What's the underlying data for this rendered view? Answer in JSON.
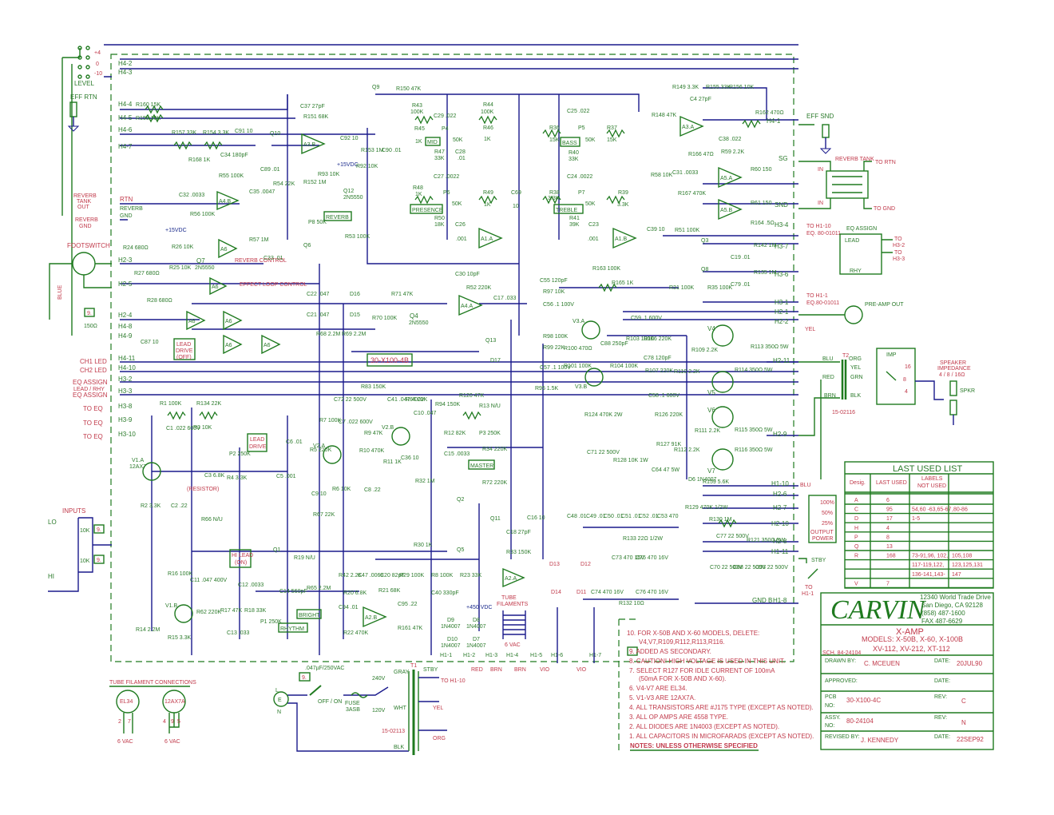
{
  "title_block": {
    "company": "CARVIN",
    "address": [
      "12340 World Trade Drive",
      "San Diego, CA  92128",
      "(858) 487-1600",
      "FAX 487-6629"
    ],
    "product": "X-AMP",
    "models_line1": "MODELS: X-50B, X-60, X-100B",
    "models_line2": "XV-112, XV-212, XT-112",
    "sch_no": "SCH. 84-24104",
    "drawn_by_label": "DRAWN BY:",
    "drawn_by": "C. MCEUEN",
    "date_label": "DATE:",
    "drawn_date": "20JUL90",
    "approved_label": "APPROVED:",
    "approved_date_label": "DATE:",
    "pcb_label": "PCB NO:",
    "pcb_no": "30-X100-4C",
    "rev_label": "REV:",
    "pcb_rev": "C",
    "assy_label": "ASSY. NO:",
    "assy_no": "80-24104",
    "assy_rev": "N",
    "revised_by_label": "REVISED BY:",
    "revised_by": "J. KENNEDY",
    "revised_date": "22SEP92"
  },
  "last_used_list": {
    "title": "LAST USED LIST",
    "headers": [
      "Desig.",
      "LAST USED",
      "LABELS NOT USED",
      ""
    ],
    "rows": [
      [
        "A",
        "6",
        "",
        ""
      ],
      [
        "C",
        "95",
        "54,60 -63,65-67",
        ",80-86"
      ],
      [
        "D",
        "17",
        "1-5",
        ""
      ],
      [
        "H",
        "4",
        "",
        ""
      ],
      [
        "P",
        "8",
        "",
        ""
      ],
      [
        "Q",
        "13",
        "",
        ""
      ],
      [
        "R",
        "168",
        "73-91,96, 102,",
        "105,108"
      ],
      [
        "",
        "",
        "117-119,122,",
        "123,125,131"
      ],
      [
        "",
        "",
        "136-141,143-",
        "147"
      ],
      [
        "V",
        "7",
        "",
        ""
      ]
    ]
  },
  "notes": {
    "heading": "NOTES:   UNLESS OTHERWISE SPECIFIED",
    "items": [
      "10.  FOR X-50B AND X-60 MODELS, DELETE:",
      "V4,V7,R109,R112,R113,R116.",
      "9.  ADDED AS SECONDARY.",
      "8.  CAUTION!  HIGH VOLTAGE IS USED IN THIS UNIT.",
      "7.  SELECT R127 FOR IDLE CURRENT OF 100mA",
      "(50mA FOR X-50B AND X-60).",
      "6.  V4-V7 ARE EL34.",
      "5.  V1-V3 ARE 12AX7A.",
      "4.  ALL TRANSISTORS ARE #J175 TYPE (EXCEPT AS NOTED).",
      "3.  ALL OP AMPS ARE 4558 TYPE.",
      "2.  ALL DIODES ARE 1N4003 (EXCEPT AS NOTED).",
      "1.  ALL CAPACITORS IN MICROFARADS (EXCEPT AS NOTED)."
    ]
  },
  "board_label": "30-X100-4B",
  "left_connectors": {
    "level": {
      "label": "LEVEL",
      "settings": [
        "+4",
        "0",
        "-10"
      ]
    },
    "eff_rtn": "EFF RTN",
    "pins": [
      "H4-2",
      "H4-3",
      "H4-4",
      "H4-5",
      "H4-6",
      "H4-7",
      "RTN",
      "REVERB GND",
      "H2-3",
      "H2-5",
      "H2-4",
      "H4-8",
      "H4-9",
      "H4-11",
      "H4-10",
      "H3-2",
      "H3-3",
      "H3-8",
      "H3-9",
      "H3-10"
    ],
    "signals": [
      {
        "name": "REVERB TANK OUT"
      },
      {
        "name": "REVERB GND"
      },
      {
        "name": "FOOTSWITCH"
      },
      {
        "name": "BLUE"
      },
      {
        "name": "CH1 LED"
      },
      {
        "name": "CH2 LED"
      },
      {
        "name": "EQ ASSIGN"
      },
      {
        "name": "LEAD / RHY EQ ASSIGN"
      },
      {
        "name": "TO EQ"
      },
      {
        "name": "TO EQ"
      },
      {
        "name": "TO EQ"
      },
      {
        "name": "INPUTS"
      },
      {
        "name": "LO"
      },
      {
        "name": "HI"
      }
    ]
  },
  "right_connectors": {
    "eff_snd": "EFF SND",
    "reverb_tank": "REVERB TANK",
    "to_rtn": "TO RTN",
    "to_gnd": "TO GND",
    "in": "IN",
    "pins": [
      "H4-1",
      "SG",
      "SND",
      "H3-4",
      "H3-7",
      "H3-6",
      "H3-1",
      "H2-1",
      "H2-2",
      "H2-11",
      "H2-9",
      "H1-10",
      "H2-6",
      "H2-7",
      "H2-10",
      "H2-8",
      "H1-11",
      "H1-8"
    ],
    "to_h1_10": "TO H1-10",
    "eq_80_01011": "EQ. 80-01011",
    "to_h1_1": "TO H1-1",
    "eq_assign": "EQ ASSIGN",
    "lead": "LEAD",
    "rhy": "RHY",
    "to_h3_2": "TO H3-2",
    "to_h3_3": "TO H3-3",
    "preamp_out": "PRE-AMP OUT",
    "yel": "YEL",
    "blu": "BLU",
    "red": "RED",
    "brn": "BRN",
    "org": "ORG",
    "grn": "GRN",
    "blk": "BLK",
    "t2": "T2",
    "t2_part": "15-02116",
    "imp": "IMP",
    "imp_taps": [
      "16",
      "8",
      "4"
    ],
    "speaker_impedance": "SPEAKER IMPEDANCE",
    "speaker_ohms": "4 / 8 / 16Ω",
    "spkr": "SPKR",
    "output_power": "OUTPUT POWER",
    "power_levels": [
      "100%",
      "50%",
      "25%"
    ],
    "stby": "STBY",
    "gnd_b": "GND B"
  },
  "power_section": {
    "cap": ".047µF/250VAC",
    "switch": "OFF / ON",
    "fuse": "FUSE 3ASB",
    "v240": "240V",
    "v120": "120V",
    "t1": "T1",
    "t1_part": "15-02113",
    "taps": [
      "GRAY",
      "WHT",
      "BLK"
    ],
    "secondaries": [
      "STBY",
      "RED",
      "BRN",
      "BRN",
      "VIO",
      "VIO",
      "TO H1-10",
      "YEL",
      "ORG"
    ],
    "h1_pins": [
      "H1-1",
      "H1-2",
      "H1-3",
      "H1-4",
      "H1-5",
      "H1-6",
      "H1-7"
    ],
    "hv": "+450 VDC",
    "tube_filaments": "TUBE FILAMENTS",
    "vac": "6 VAC",
    "plug": [
      "L",
      "E",
      "N"
    ]
  },
  "filament_connections": {
    "title": "TUBE FILAMENT CONNECTIONS",
    "tubes": [
      {
        "name": "EL34",
        "pins": "2   7",
        "vac": "6 VAC"
      },
      {
        "name": "12AX7A",
        "pins": "4 9 5",
        "vac": "6 VAC"
      }
    ]
  },
  "controls": [
    "REVERB",
    "MID",
    "BASS",
    "PRESENCE",
    "TREBLE",
    "LEAD DRIVE",
    "MASTER",
    "BRIGHT",
    "RHYTHM",
    "HI LEAD (ON)",
    "LEAD DRIVE (OFF)"
  ],
  "labels": {
    "reverb_control": "REVERB CONTROL",
    "effect_loop_control": "EFFECT LOOP CONTROL",
    "resistor_note": "(RESISTOR)",
    "q7": "Q7 2N5550",
    "q4": "Q4 2N5550",
    "q12": "Q12 2N5550",
    "plus15": "+15VDC"
  },
  "tone_stack": [
    {
      "ref": "R43",
      "val": "100K"
    },
    {
      "ref": "R44",
      "val": "100K"
    },
    {
      "ref": "R45",
      "val": "1K"
    },
    {
      "ref": "R46",
      "val": "1K"
    },
    {
      "ref": "C29",
      "val": ".022"
    },
    {
      "ref": "P4",
      "val": "50K"
    },
    {
      "ref": "R47",
      "val": "33K"
    },
    {
      "ref": "C28",
      "val": ".01"
    },
    {
      "ref": "C27",
      "val": ".0022"
    },
    {
      "ref": "R48",
      "val": "1K"
    },
    {
      "ref": "P6",
      "val": "50K"
    },
    {
      "ref": "R49",
      "val": "1K"
    },
    {
      "ref": "R50",
      "val": "18K"
    },
    {
      "ref": "C26",
      "val": ".001"
    },
    {
      "ref": "C69",
      "val": "10"
    },
    {
      "ref": "C25",
      "val": ".022"
    },
    {
      "ref": "R36",
      "val": "15K"
    },
    {
      "ref": "P5",
      "val": "50K"
    },
    {
      "ref": "R37",
      "val": "15K"
    },
    {
      "ref": "R40",
      "val": "33K"
    },
    {
      "ref": "C24",
      "val": ".0022"
    },
    {
      "ref": "R38",
      "val": "3.3K"
    },
    {
      "ref": "P7",
      "val": "50K"
    },
    {
      "ref": "R39",
      "val": "3.3K"
    },
    {
      "ref": "R41",
      "val": "39K"
    },
    {
      "ref": "C23",
      "val": ".001"
    }
  ]
}
